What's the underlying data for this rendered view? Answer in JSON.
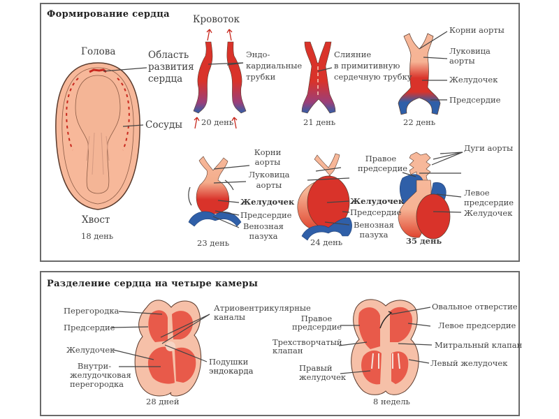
{
  "colors": {
    "flesh": "#f7b89a",
    "flesh_dark": "#eaa385",
    "red": "#d9332a",
    "blue": "#2f5fa8",
    "outline": "#6b3b2b",
    "frame": "#6a6a6a"
  },
  "panel_top": {
    "title": "Формирование сердца",
    "embryo": {
      "head_label": "Голова",
      "heart_area_label": [
        "Область",
        "развития",
        "сердца"
      ],
      "vessels_label": "Сосуды",
      "tail_label": "Хвост",
      "caption": "18 день"
    },
    "day20": {
      "blood_flow_label": "Кровоток",
      "tubes_label": [
        "Эндо-",
        "кардиальные",
        "трубки"
      ],
      "caption": "20 день"
    },
    "day21": {
      "fusion_label": [
        "Слияние",
        "в примитивную",
        "сердечную трубку"
      ],
      "caption": "21 день"
    },
    "day22": {
      "aortic_roots_label": "Корни аорты",
      "aortic_bulb_label": [
        "Луковица",
        "аорты"
      ],
      "ventricle_label": "Желудочек",
      "atrium_label": "Предсердие",
      "caption": "22 день"
    },
    "day23": {
      "aortic_roots_label": [
        "Корни",
        "аорты"
      ],
      "aortic_bulb_label": [
        "Луковица",
        "аорты"
      ],
      "ventricle_label": "Желудочек",
      "atrium_label": "Предсердие",
      "sinus_label": [
        "Венозная",
        "пазуха"
      ],
      "caption": "23 день"
    },
    "day24": {
      "ventricle_label": "Желудочек",
      "atrium_label": "Предсердие",
      "sinus_label": [
        "Венозная",
        "пазуха"
      ],
      "caption": "24 день"
    },
    "day35": {
      "right_atrium_label": [
        "Правое",
        "предсердие"
      ],
      "aortic_arches_label": "Дуги аорты",
      "left_atrium_label": [
        "Левое",
        "предсердие"
      ],
      "ventricle_label": "Желудочек",
      "caption": "35 день"
    }
  },
  "panel_bottom": {
    "title": "Разделение сердца на четыре камеры",
    "day28": {
      "septum_label": "Перегородка",
      "atrium_label": "Предсердие",
      "ventricle_label": "Желудочек",
      "iv_septum_label": [
        "Внутри-",
        "желудочковая",
        "перегородка"
      ],
      "av_canals_label": [
        "Атриовентрикулярные",
        "каналы"
      ],
      "cushions_label": [
        "Подушки",
        "эндокарда"
      ],
      "caption": "28 дней"
    },
    "week8": {
      "right_atrium_label": [
        "Правое",
        "предсердие"
      ],
      "tricuspid_label": [
        "Трехстворчатый",
        "клапан"
      ],
      "right_ventricle_label": [
        "Правый",
        "желудочек"
      ],
      "foramen_ovale_label": "Овальное отверстие",
      "left_atrium_label": "Левое предсердие",
      "mitral_label": "Митральный клапан",
      "left_ventricle_label": "Левый желудочек",
      "caption": "8 недель"
    }
  }
}
